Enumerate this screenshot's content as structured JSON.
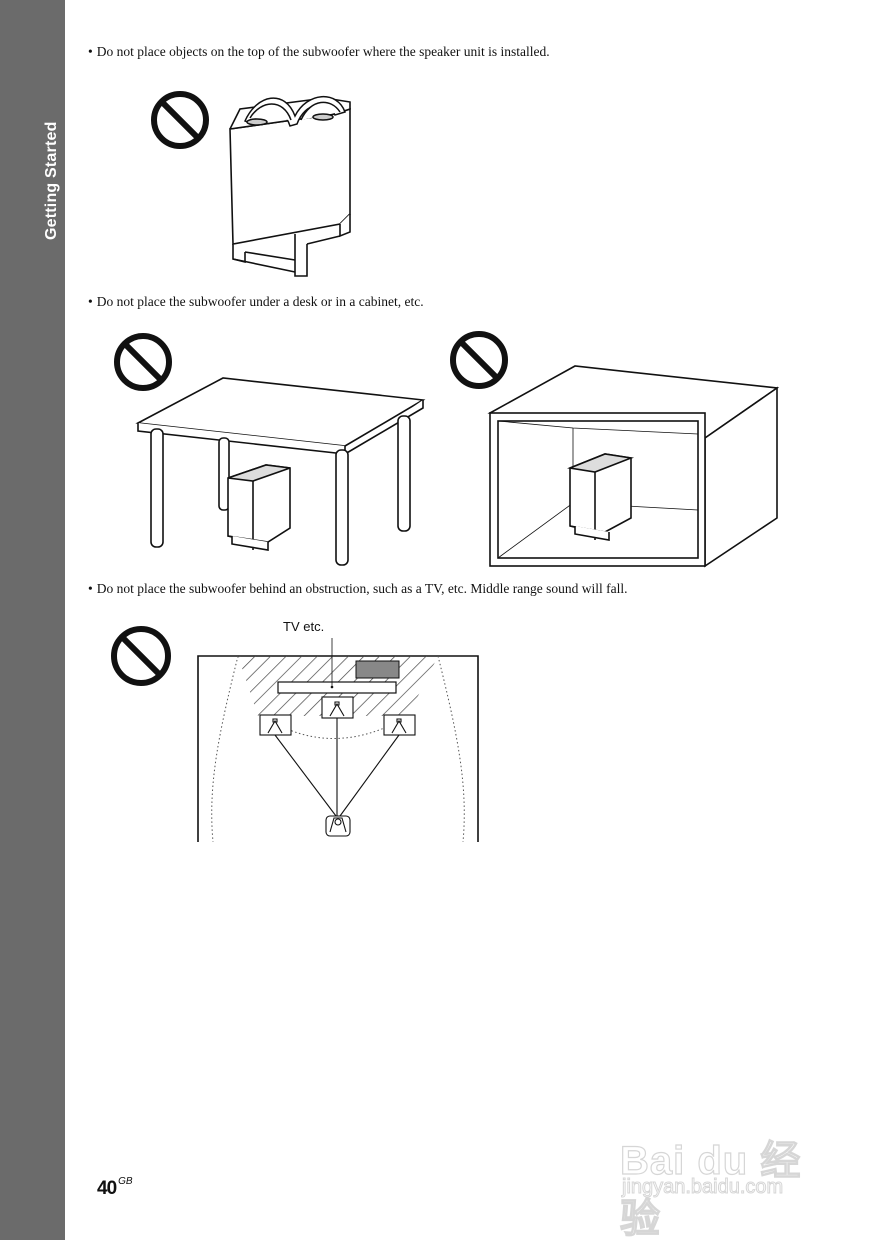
{
  "section_tab": {
    "label": "Getting Started"
  },
  "bullets": [
    {
      "marker": "•",
      "text": "Do not place objects on the top of the subwoofer where the speaker unit is installed."
    },
    {
      "marker": "•",
      "text": "Do not place the subwoofer under a desk or in a cabinet, etc."
    },
    {
      "marker": "•",
      "text": "Do not place the subwoofer behind an obstruction, such as a TV, etc. Middle range sound will fall."
    }
  ],
  "diagram": {
    "tv_label": "TV etc."
  },
  "icons": [
    "prohibited-icon",
    "subwoofer-with-book-illustration",
    "desk-illustration",
    "cabinet-illustration",
    "speaker-layout-diagram"
  ],
  "footer": {
    "page_number": "40",
    "page_suffix": "GB"
  },
  "watermark": {
    "brand": "Bai du 经验",
    "url": "jingyan.baidu.com"
  },
  "colors": {
    "side_tab": "#6b6b6b",
    "text": "#111111",
    "hatch": "#444444",
    "tv_box": "#888888"
  }
}
